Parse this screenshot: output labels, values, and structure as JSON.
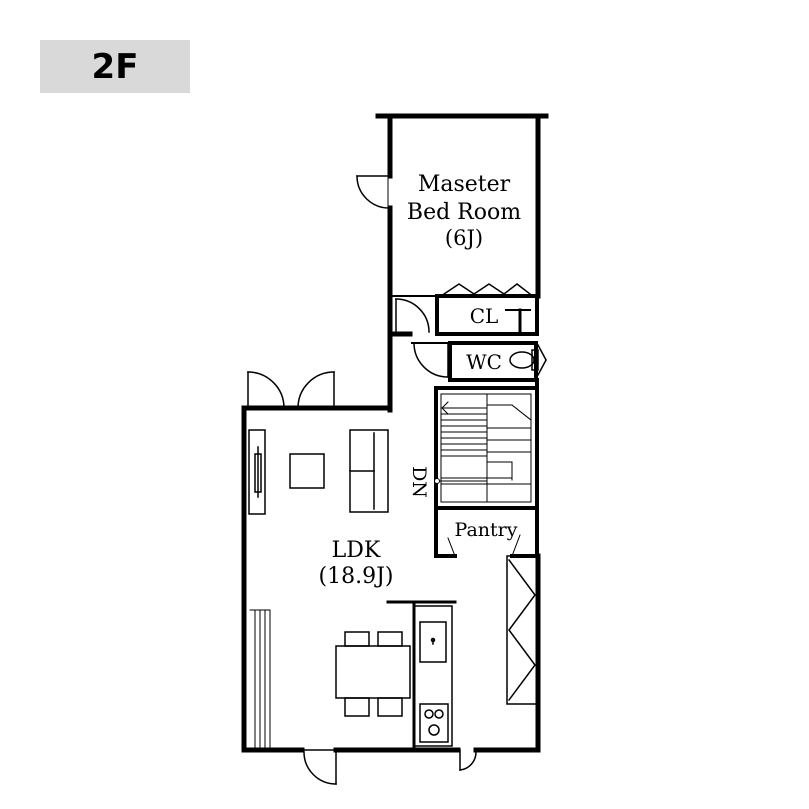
{
  "floor_label": "2F",
  "rooms": {
    "master_bedroom": {
      "name_line1": "Maseter",
      "name_line2": "Bed Room",
      "size": "(6J)"
    },
    "closet": {
      "name": "CL"
    },
    "toilet": {
      "name": "WC"
    },
    "stairs": {
      "label": "DN"
    },
    "pantry": {
      "name": "Pantry"
    },
    "ldk": {
      "name": "LDK",
      "size": "(18.9J)"
    }
  }
}
